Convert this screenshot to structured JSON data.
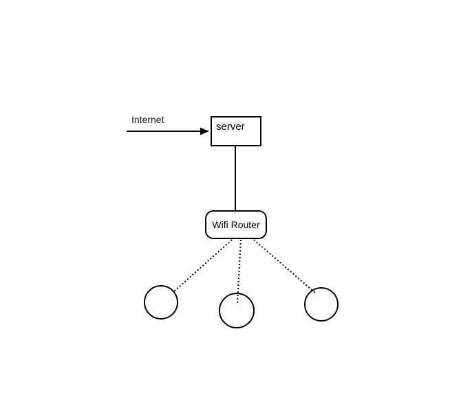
{
  "diagram": {
    "type": "network-topology",
    "colors": {
      "background": "#ffffff",
      "stroke": "#000000",
      "text": "#1a1a1a"
    },
    "internet": {
      "label": "Internet"
    },
    "server": {
      "label": "server"
    },
    "router": {
      "label": "Wifi Router"
    },
    "devices": {
      "count": 3,
      "shape": "circle",
      "labels": [
        "",
        "",
        ""
      ]
    },
    "connections": [
      {
        "from": "Internet",
        "to": "server",
        "style": "solid-arrow"
      },
      {
        "from": "server",
        "to": "Wifi Router",
        "style": "solid"
      },
      {
        "from": "Wifi Router",
        "to": "device-1",
        "style": "dotted"
      },
      {
        "from": "Wifi Router",
        "to": "device-2",
        "style": "dotted"
      },
      {
        "from": "Wifi Router",
        "to": "device-3",
        "style": "dotted"
      }
    ]
  }
}
